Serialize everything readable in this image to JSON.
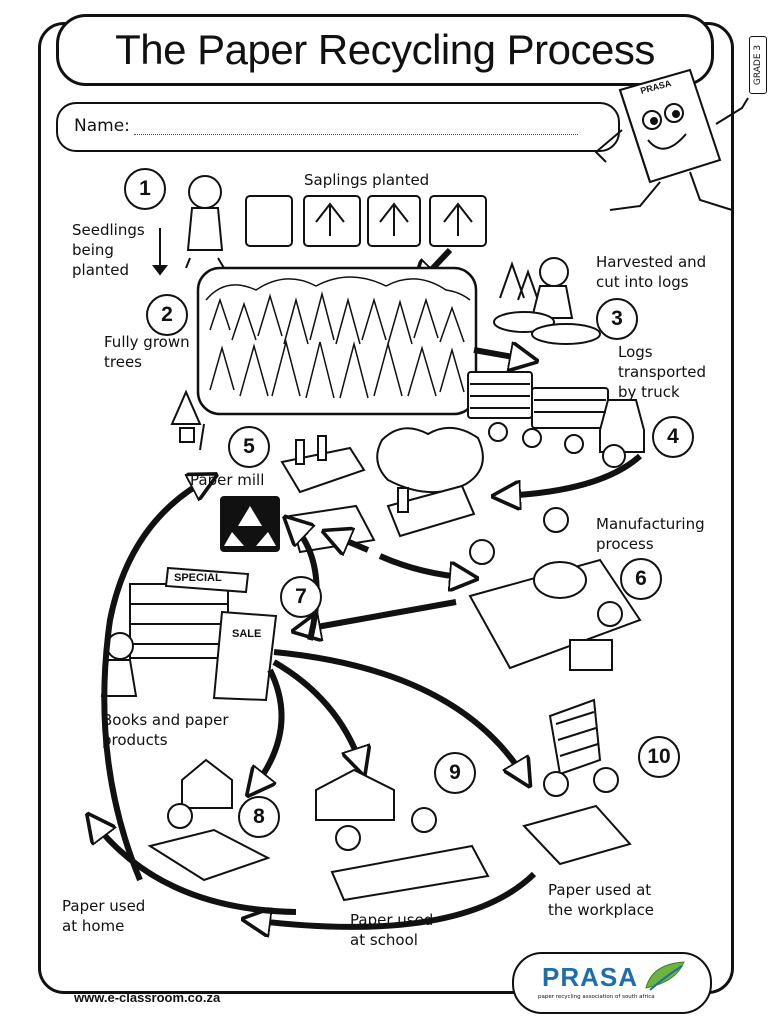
{
  "title": "The Paper Recycling Process",
  "name_label": "Name:",
  "grade": "GRADE 3",
  "steps": [
    {
      "num": "1",
      "label": "Seedlings\nbeing\nplanted"
    },
    {
      "num": "2",
      "label": "Fully grown\ntrees"
    },
    {
      "num": "3",
      "label": "Harvested and\ncut into logs"
    },
    {
      "num": "4",
      "label": "Logs\ntransported\nby truck"
    },
    {
      "num": "5",
      "label": "Paper mill"
    },
    {
      "num": "6",
      "label": "Manufacturing\nprocess"
    },
    {
      "num": "7",
      "label": "Books and paper\nproducts"
    },
    {
      "num": "8",
      "label": "Paper used\nat home"
    },
    {
      "num": "9",
      "label": "Paper used\nat school"
    },
    {
      "num": "10",
      "label": "Paper used at\nthe workplace"
    }
  ],
  "saplings_label": "Saplings planted",
  "signs": {
    "special": "SPECIAL",
    "sale": "SALE",
    "mascot_box": "PRASA"
  },
  "footer_url": "www.e-classroom.co.za",
  "logo": {
    "name": "PRASA",
    "tagline": "paper recycling association of south africa"
  },
  "colors": {
    "logo_blue": "#1f6fa8",
    "logo_green": "#6cb33f"
  }
}
